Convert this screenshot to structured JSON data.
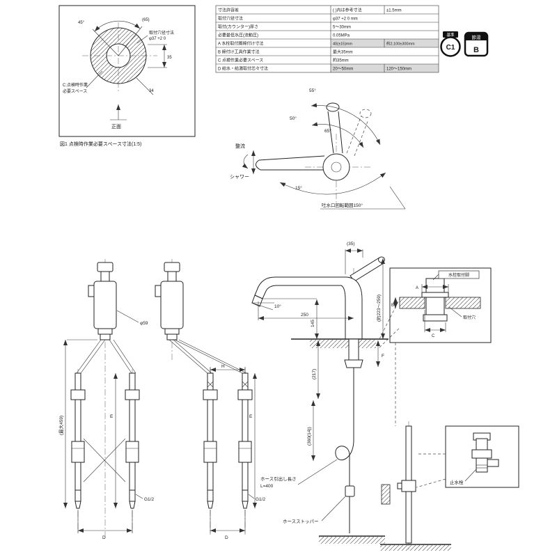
{
  "fig1": {
    "caption": "図1 点検時作業必要スペース寸法(1:5)",
    "note1": "C:点検時作業",
    "note2": "必要スペース",
    "hole_note1": "取付穴径寸法",
    "hole_note2": "φ37 +2 0",
    "angle_left": "45°",
    "angle_right": "(65)",
    "dim_right": "35",
    "dim_bottom": "34",
    "front": "正面"
  },
  "table": {
    "rows": [
      {
        "label": "寸法許容差",
        "v1": "( )内は参考寸法",
        "v2": "±1.5mm"
      },
      {
        "label": "取付穴径寸法",
        "v1": "φ37 +2 0 mm",
        "v2": ""
      },
      {
        "label": "取付(カウンター)厚さ",
        "v1": "5〜30mm",
        "v2": ""
      },
      {
        "label": "必要最低水圧(流動圧)",
        "v1": "0.05MPa",
        "v2": ""
      },
      {
        "label": "A 水栓取付脚締付け寸法",
        "v1": "40(±15)mm",
        "v2": "約2,100±300mm"
      },
      {
        "label": "B 締付け工具作業寸法",
        "v1": "最大35mm",
        "v2": ""
      },
      {
        "label": "C 点検作業必要スペース",
        "v1": "約35mm",
        "v2": ""
      },
      {
        "label": "D 給水・給湯取付芯々寸法",
        "v1": "20〜50mm",
        "v2": "120〜150mm"
      }
    ]
  },
  "badges": {
    "std_top": "基準",
    "std_code": "C1",
    "eco_top": "節湯",
    "eco_code": "B"
  },
  "rotation": {
    "a1": "55°",
    "a2": "50°",
    "a3": "65°",
    "a4": "15°",
    "stream": "整流",
    "shower": "シャワー",
    "note": "吐水口回転範囲150°"
  },
  "elevation": {
    "d35": "(35)",
    "h_range": "(約223〜259)",
    "d145": "145",
    "d250": "250",
    "a10": "10°",
    "f": "F",
    "d217": "(217)",
    "d360": "(360(14))",
    "hose1": "ホース引出し長さ",
    "hose2": "L=400",
    "stopper": "ホースストッパー"
  },
  "left_views": {
    "phi": "φ59",
    "max459": "(最大459)",
    "e1": "E",
    "e2": "E",
    "h": "H",
    "d1": "D",
    "d2": "D",
    "g1": "G1/2",
    "g2": "G1/2"
  },
  "detail_a": {
    "leg": "水栓取付脚",
    "a": "A",
    "b": "B",
    "c": "C",
    "hole": "取付穴"
  },
  "detail_b": {
    "label": "止水栓"
  }
}
